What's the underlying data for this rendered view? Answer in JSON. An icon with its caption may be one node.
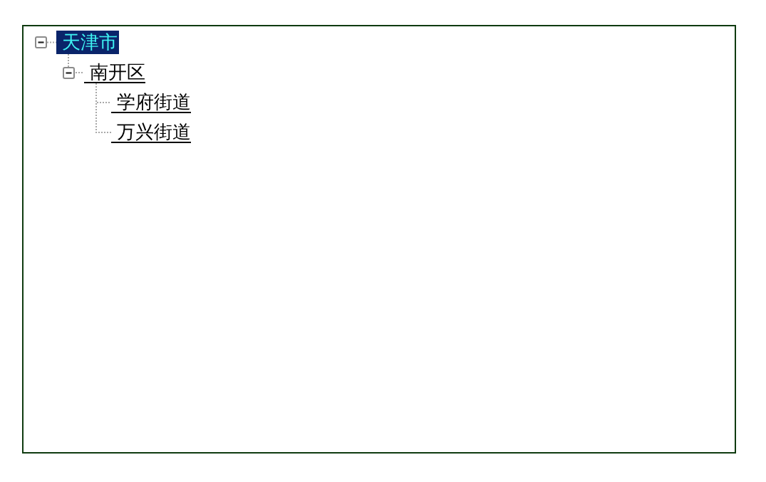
{
  "diagram": {
    "nodes": [
      {
        "text": [],
        "shape": "box"
      },
      {
        "text": [
          "天津市"
        ],
        "in": 0
      },
      {
        "text": [
          "南开区"
        ],
        "in": 0
      },
      {
        "text": [
          "学府街道"
        ],
        "in": 0
      },
      {
        "text": [
          "万兴街道"
        ],
        "in": 0
      }
    ],
    "edges": [
      {
        "from": 1,
        "to": 2,
        "arrow": "none"
      },
      {
        "from": 2,
        "to": 3,
        "arrow": "none"
      },
      {
        "from": 2,
        "to": 4,
        "arrow": "none"
      }
    ]
  }
}
